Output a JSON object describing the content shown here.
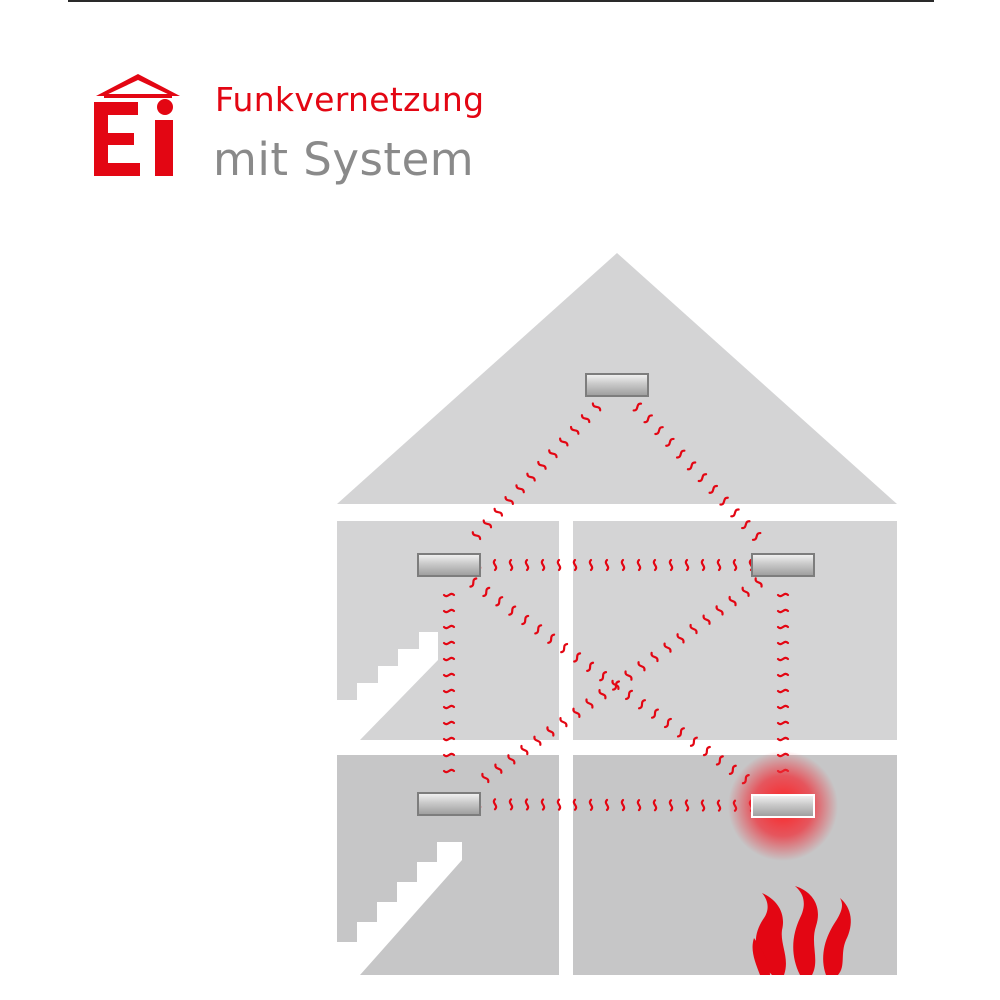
{
  "brand": {
    "logo_text": "Ei",
    "tagline_line1": "Funkvernetzung",
    "tagline_line2": "mit System",
    "brand_color": "#e30613",
    "secondary_color": "#8a8a8a"
  },
  "illustration": {
    "subject": "house-cross-section",
    "floors": [
      "attic",
      "upper-floor",
      "ground-floor"
    ],
    "detectors": [
      {
        "id": "attic",
        "state": "normal"
      },
      {
        "id": "upper-left",
        "state": "normal"
      },
      {
        "id": "upper-right",
        "state": "normal"
      },
      {
        "id": "ground-left",
        "state": "normal"
      },
      {
        "id": "ground-right",
        "state": "alarm"
      }
    ],
    "connections": [
      [
        "attic",
        "upper-left"
      ],
      [
        "attic",
        "upper-right"
      ],
      [
        "upper-left",
        "upper-right"
      ],
      [
        "upper-left",
        "ground-left"
      ],
      [
        "upper-right",
        "ground-right"
      ],
      [
        "upper-left",
        "ground-right"
      ],
      [
        "upper-right",
        "ground-left"
      ],
      [
        "ground-left",
        "ground-right"
      ]
    ],
    "fire_icon": "flame-icon",
    "signal_color": "#e30613",
    "wall_color": "#d4d4d5",
    "ground_floor_color": "#c6c6c7"
  }
}
